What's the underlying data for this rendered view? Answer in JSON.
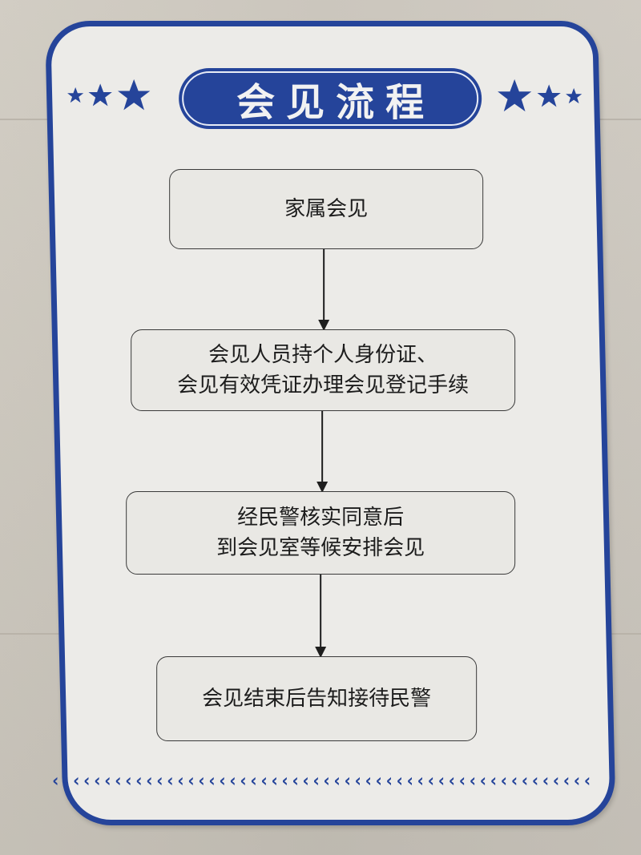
{
  "sign": {
    "title": "会见流程",
    "colors": {
      "brand_blue": "#25449a",
      "board_background": "#ecebe8",
      "box_border": "#3a3a3a",
      "text": "#1c1c1c",
      "wall": "#c9c4ba"
    },
    "decorations": {
      "left_stars": [
        "small-star",
        "medium-star",
        "large-star"
      ],
      "right_stars": [
        "large-star",
        "medium-star",
        "small-star"
      ],
      "bottom_border": "chevron-left-pattern"
    },
    "steps": [
      {
        "lines": [
          "家属会见"
        ]
      },
      {
        "lines": [
          "会见人员持个人身份证、",
          "会见有效凭证办理会见登记手续"
        ]
      },
      {
        "lines": [
          "经民警核实同意后",
          "到会见室等候安排会见"
        ]
      },
      {
        "lines": [
          "会见结束后告知接待民警"
        ]
      }
    ],
    "chevron_glyph": "‹",
    "chevron_count": 52
  }
}
